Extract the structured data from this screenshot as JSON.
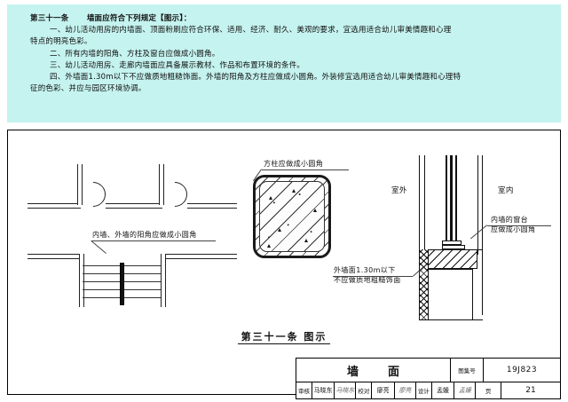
{
  "document": {
    "atlas_number_label": "图集号",
    "atlas_number": "19J823",
    "page_label": "页",
    "page_number": "21",
    "title": "墙　面"
  },
  "notes": {
    "clause_title": "第三十一条",
    "clause_head": "墙面应符合下列规定【图示】：",
    "items": [
      "一、幼儿活动用房的内墙面、顶面粉刷应符合环保、适用、经济、耐久、美观的要求，宜选用适合幼儿审美情趣和心理",
      "特点的明亮色彩。",
      "二、所有内墙的阳角、方柱及窗台应做成小圆角。",
      "三、幼儿活动用房、走廊内墙面应具备展示教材、作品和布置环境的条件。",
      "四、外墙面1.30m以下不应做质地粗糙饰面。外墙的阳角及方柱应做成小圆角。外装修宜选用适合幼儿审美情趣和心理特",
      "征的色彩、并应与园区环境协调。"
    ]
  },
  "figure": {
    "caption": "第三十一条 图示",
    "labels": {
      "column_corner": "方柱应做成小圆角",
      "wall_corner": "内墙、外墙的阳角应做成小圆角",
      "outer_wall_line1": "外墙面1.30m以下",
      "outer_wall_line2": "不应做质地粗糙饰面",
      "sill_line1": "内墙的窗台",
      "sill_line2": "应做成小圆角",
      "outdoor": "室外",
      "indoor": "室内"
    }
  },
  "title_block": {
    "signatures": [
      {
        "role": "审核",
        "name": "马晓东",
        "mark": "马晓东"
      },
      {
        "role": "校对",
        "name": "廖亮",
        "mark": "廖亮"
      },
      {
        "role": "设计",
        "name": "孟媛",
        "mark": "孟媛"
      }
    ]
  },
  "colors": {
    "note_panel": "#c5f3ef",
    "ink": "#111111",
    "paper": "#ffffff"
  }
}
